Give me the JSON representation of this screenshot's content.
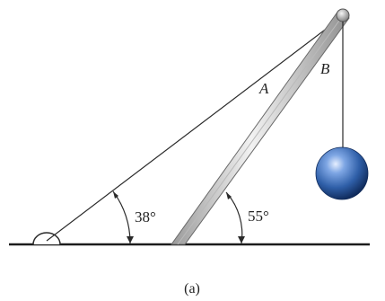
{
  "figure": {
    "labels": {
      "cable_a": "A",
      "cable_b": "B",
      "angle_cable": "38°",
      "angle_boom": "55°"
    },
    "caption": "(a)"
  },
  "colors": {
    "ground": "#1c1c1c",
    "line": "#2a2a2a",
    "boom_light": "#f2f2f2",
    "boom_dark": "#8f8f8f",
    "sphere_main": "#2f5fa8",
    "sphere_highlight": "#d8e6ff",
    "sphere_shadow": "#0f2a5a"
  }
}
